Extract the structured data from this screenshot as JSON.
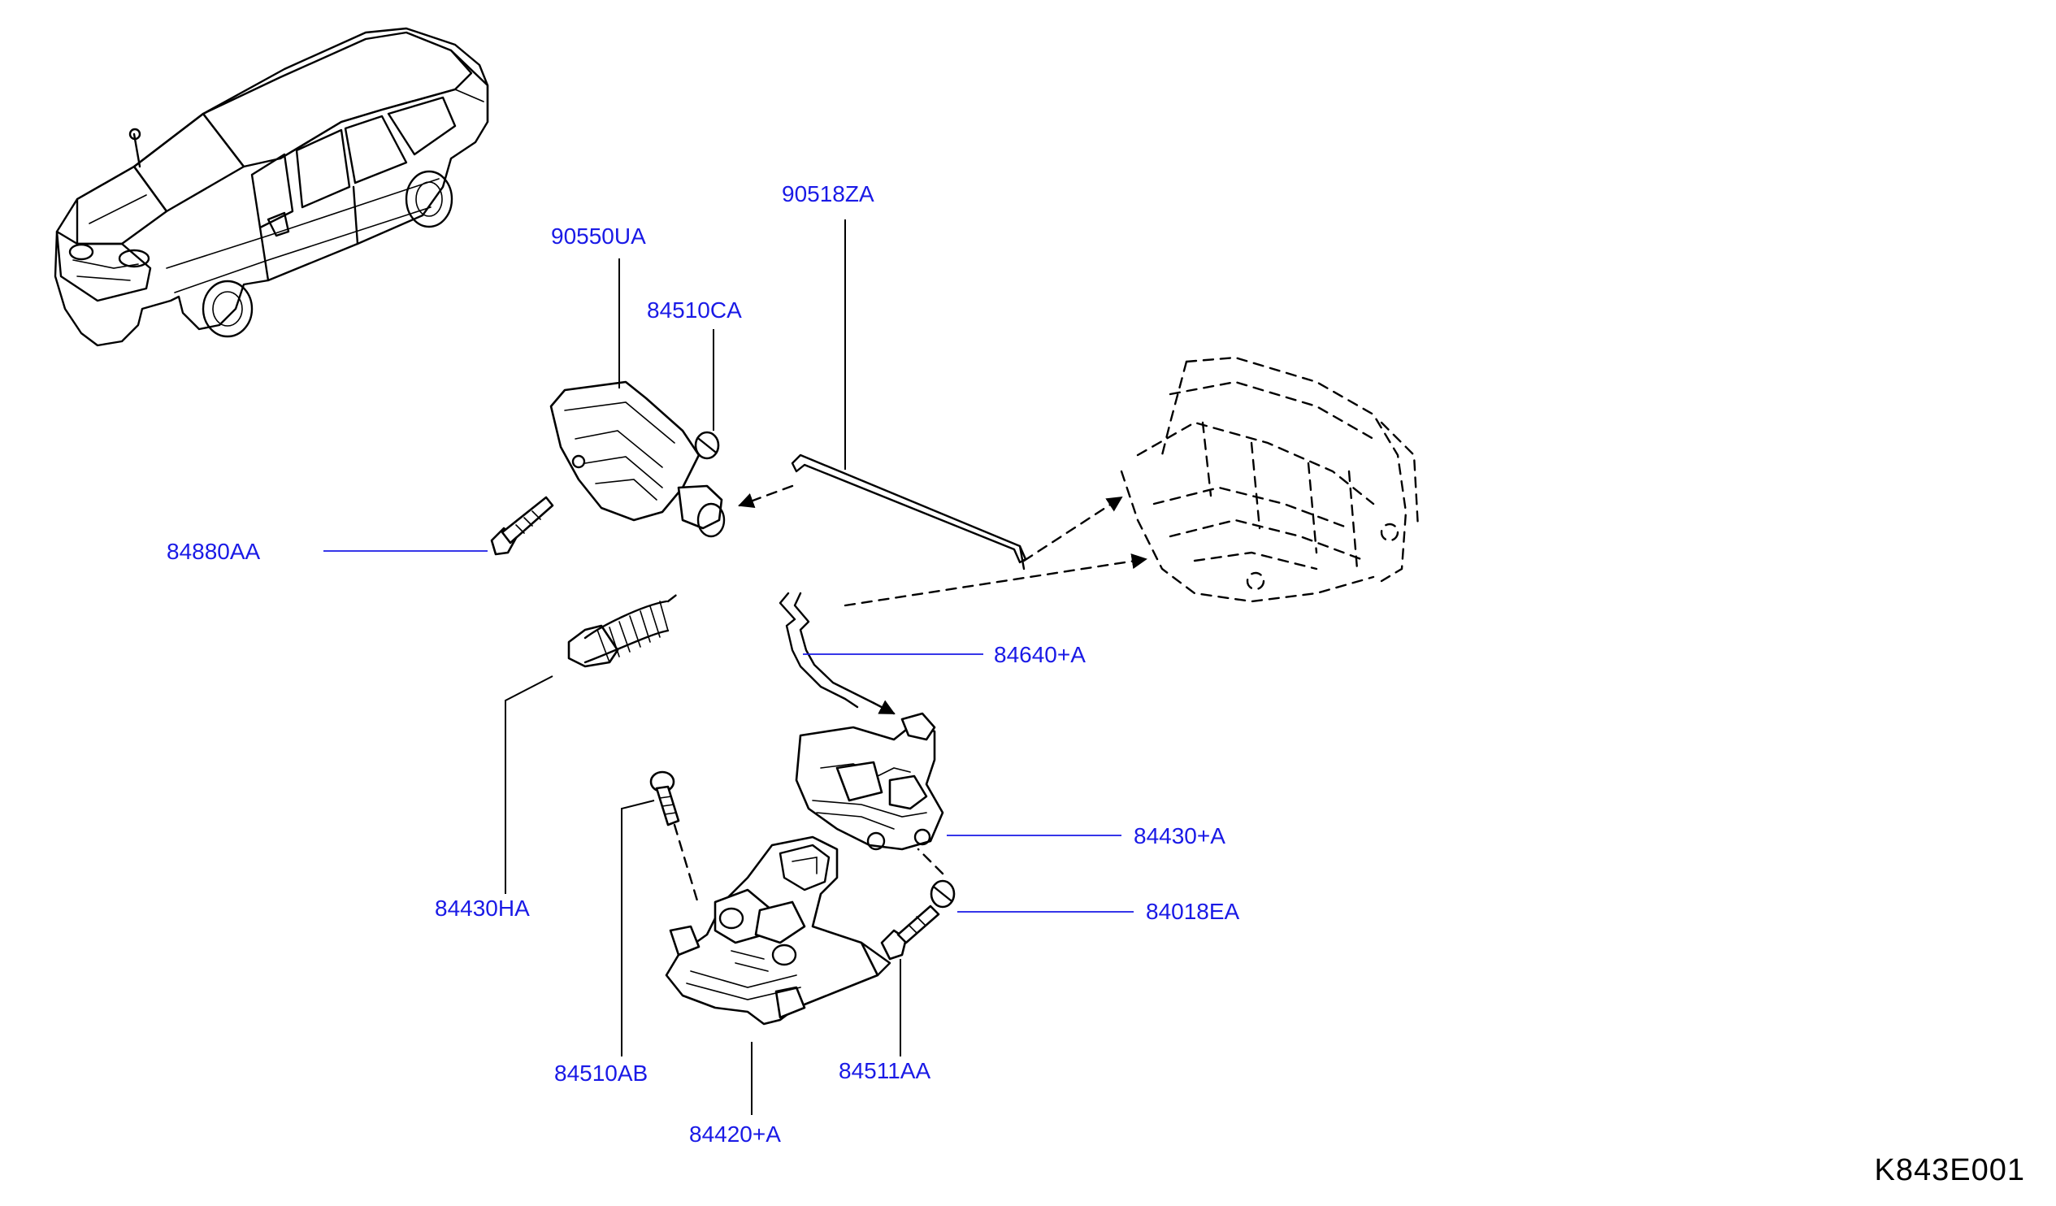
{
  "diagram_code": "K843E001",
  "parts": {
    "p90550UA": "90550UA",
    "p84510CA": "84510CA",
    "p90518ZA": "90518ZA",
    "p84880AA": "84880AA",
    "p84640A": "84640+A",
    "p84430HA": "84430HA",
    "p84430A": "84430+A",
    "p84018EA": "84018EA",
    "p84510AB": "84510AB",
    "p84511AA": "84511AA",
    "p84420A": "84420+A"
  }
}
